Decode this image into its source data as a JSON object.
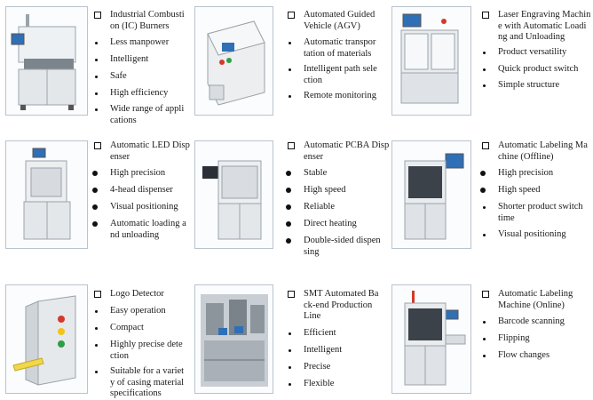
{
  "products": [
    {
      "id": "ic",
      "title": "Industrial Combusti\non (IC) Burners",
      "bullets": [
        "Less manpower",
        "Intelligent",
        "Safe",
        "High efficiency",
        "Wide range of appli\ncations"
      ]
    },
    {
      "id": "agv",
      "title": "Automated Guided\nVehicle (AGV)",
      "bullets": [
        "Automatic transpor\ntation of materials",
        "Intelligent path sele\nction",
        "Remote monitoring"
      ]
    },
    {
      "id": "laser",
      "title": "Laser Engraving Machin\ne with Automatic Loadi\nng and Unloading",
      "bullets": [
        "Product versatility",
        "Quick product switch",
        "Simple structure"
      ]
    },
    {
      "id": "led",
      "title": "Automatic LED Disp\nenser",
      "bullets": [
        "High precision",
        "4-head dispenser",
        "Visual positioning",
        "Automatic loading a\nnd unloading"
      ]
    },
    {
      "id": "pcba",
      "title": "Automatic PCBA Disp\nenser",
      "bullets": [
        "Stable",
        "High speed",
        "Reliable",
        "Direct heating",
        "Double-sided dispen\nsing"
      ]
    },
    {
      "id": "label_off",
      "title": "Automatic Labeling Ma\nchine (Offline)",
      "bullets": [
        "High precision",
        "High speed",
        "Shorter product switch\ntime",
        "Visual positioning"
      ]
    },
    {
      "id": "logo",
      "title": "Logo Detector",
      "bullets": [
        "Easy operation",
        "Compact",
        "Highly precise dete\nction",
        "Suitable for a variet\ny of casing material\nspecifications"
      ]
    },
    {
      "id": "smt",
      "title": "SMT Automated Ba\nck-end Production\nLine",
      "bullets": [
        "Efficient",
        "Intelligent",
        "Precise",
        "Flexible"
      ]
    },
    {
      "id": "label_on",
      "title": "Automatic Labeling\nMachine (Online)",
      "bullets": [
        "Barcode scanning",
        "Flipping",
        "Flow changes"
      ]
    }
  ],
  "colors": {
    "frame": "#b9c3cc",
    "machine": "#e4e7ea",
    "metal": "#9aa3ab",
    "screen": "#2f6fb5",
    "red": "#d23a2a",
    "green": "#2f9e44",
    "yellow": "#f0c419"
  }
}
